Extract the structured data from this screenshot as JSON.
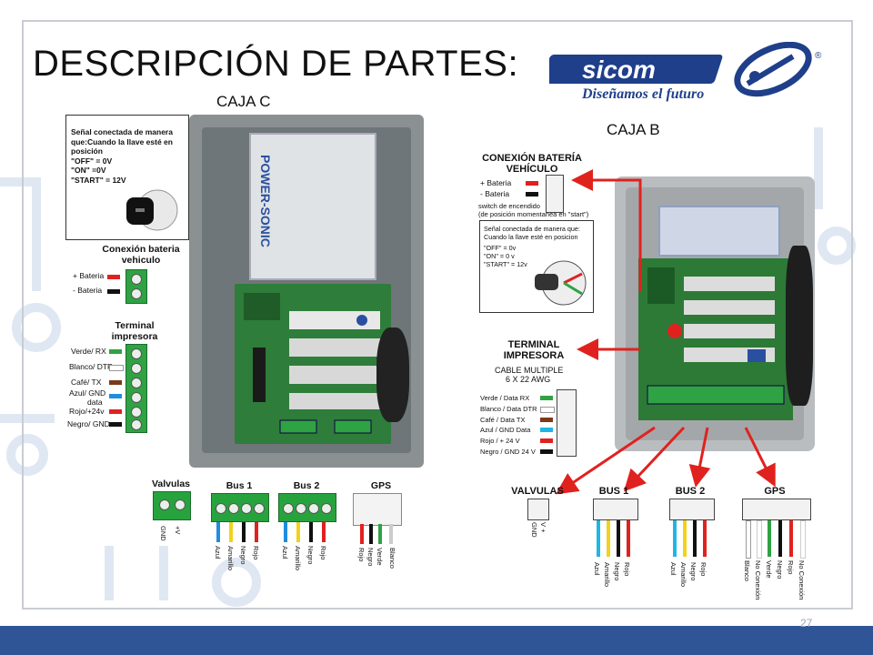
{
  "slide": {
    "title": "DESCRIPCIÓN DE PARTES:",
    "page_number": "27"
  },
  "logo": {
    "brand": "sicom",
    "registered": "®",
    "tagline": "Diseñamos el futuro"
  },
  "caja_c": {
    "label": "CAJA C",
    "info_lines": [
      "Señal conectada de manera",
      "que:Cuando la llave esté en",
      "posición",
      "\"OFF\" = 0V",
      "\"ON\" =0V",
      "\"START\" = 12V"
    ],
    "battery_brand": "POWER-SONIC",
    "conexion_title_1": "Conexión bateria",
    "conexion_title_2": "vehiculo",
    "bateria_pos": "+ Bateria",
    "bateria_neg": "- Bateria",
    "terminal_title_1": "Terminal",
    "terminal_title_2": "impresora",
    "terminal_rows": [
      "Verde/ RX",
      "Blanco/ DTR",
      "Café/ TX",
      "Azul/ GND",
      "data",
      "Rojo/+24v",
      "Negro/ GND"
    ],
    "valvulas": {
      "title": "Valvulas",
      "pins": [
        "GND",
        "+V"
      ]
    },
    "bus1": {
      "title": "Bus 1",
      "pins": [
        "Azul",
        "Amarillo",
        "Negro",
        "Rojo"
      ]
    },
    "bus2": {
      "title": "Bus 2",
      "pins": [
        "Azul",
        "Amarillo",
        "Negro",
        "Rojo"
      ]
    },
    "gps": {
      "title": "GPS",
      "pins": [
        "Rojo",
        "Negro",
        "Verde",
        "Blanco"
      ]
    }
  },
  "caja_b": {
    "label": "CAJA B",
    "conexion_title_1": "CONEXIÓN BATERÍA",
    "conexion_title_2": "VEHÍCULO",
    "bateria_pos": "+ Bateria",
    "bateria_neg": "- Bateria",
    "switch_1": "switch de encendido",
    "switch_2": "(de posición momentanea en \"start\")",
    "info_lines": [
      "Señal conectada de manera que:",
      "Cuando la llave esté en posicion",
      "\"OFF\" = 0v",
      "\"ON\" = 0 v",
      "\"START\" = 12v"
    ],
    "terminal_title_1": "TERMINAL",
    "terminal_title_2": "IMPRESORA",
    "cable_1": "CABLE MULTIPLE",
    "cable_2": "6 X 22 AWG",
    "terminal_rows": [
      "Verde / Data RX",
      "Blanco / Data DTR",
      "Café / Data TX",
      "Azul / GND Data",
      "Rojo / + 24 V",
      "Negro / GND 24 V"
    ],
    "valvulas": {
      "title": "VALVULAS",
      "pins": [
        "GND",
        "V +"
      ]
    },
    "bus1": {
      "title": "BUS 1",
      "pins": [
        "Azul",
        "Amarillo",
        "Negro",
        "Rojo"
      ]
    },
    "bus2": {
      "title": "BUS 2",
      "pins": [
        "Azul",
        "Amarillo",
        "Negro",
        "Rojo"
      ]
    },
    "gps": {
      "title": "GPS",
      "pins": [
        "Blanco",
        "No Conexión",
        "Verde",
        "Negro",
        "Rojo",
        "No Conexión"
      ]
    }
  },
  "colors": {
    "accent_blue": "#2f5597",
    "brand_blue": "#1f3f8a",
    "terminal_green": "#2fa243",
    "arrow_red": "#e0221f"
  }
}
